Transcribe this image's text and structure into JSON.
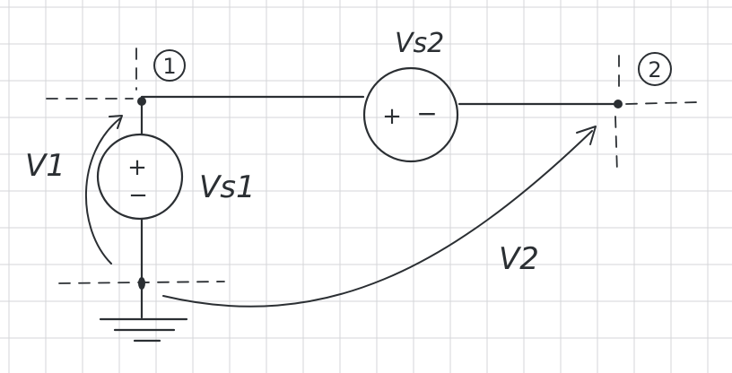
{
  "colors": {
    "background": "#ffffff",
    "grid": "#d4d6d9",
    "ink": "#2b2f33"
  },
  "nodes": {
    "node1": {
      "label": "1"
    },
    "node2": {
      "label": "2"
    }
  },
  "sources": {
    "vs1": {
      "name": "Vs1",
      "plus": "+",
      "minus": "−"
    },
    "vs2": {
      "name": "Vs2",
      "plus": "+",
      "minus": "−"
    }
  },
  "voltages": {
    "v1": "V1",
    "v2": "V2"
  },
  "icons": {
    "ground": "ground-icon"
  }
}
